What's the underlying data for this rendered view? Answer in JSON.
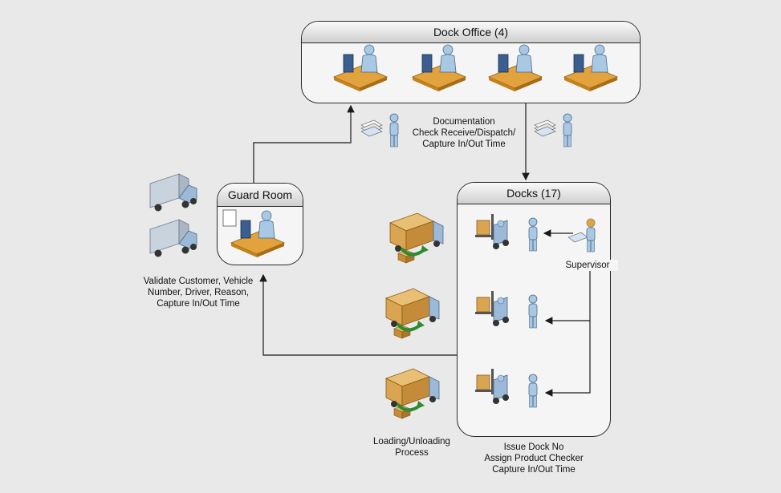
{
  "dock_office": {
    "title": "Dock Office (4)"
  },
  "guard_room": {
    "title": "Guard Room"
  },
  "docks": {
    "title": "Docks (17)"
  },
  "labels": {
    "documentation": [
      "Documentation",
      "Check Receive/Dispatch/",
      "Capture In/Out Time"
    ],
    "validate": [
      "Validate Customer, Vehicle",
      "Number, Driver, Reason,",
      "Capture In/Out Time"
    ],
    "loading": [
      "Loading/Unloading",
      "Process"
    ],
    "issue": [
      "Issue Dock No",
      "Assign Product Checker",
      "Capture In/Out Time"
    ],
    "supervisor": "Supervisor"
  },
  "colors": {
    "person": "#a9c8e4",
    "desk": "#e2a23d",
    "truck_cargo": "#d9a553",
    "truck_cab": "#9cb9d8",
    "arrow": "#1a1a1a",
    "green_arrow": "#2e8b2e"
  },
  "icons": [
    "computer-workstation-icon",
    "truck-icon",
    "forklift-icon",
    "person-icon",
    "documents-icon",
    "supervisor-icon",
    "loading-truck-icon"
  ]
}
